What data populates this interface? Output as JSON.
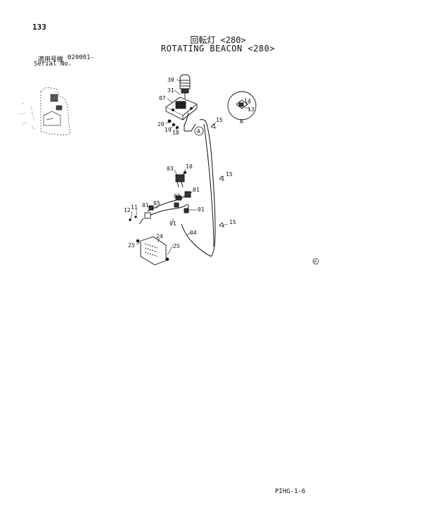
{
  "header": {
    "page_number": "133",
    "title_jp": "回転灯 <280>",
    "title_en": "ROTATING BEACON <280>",
    "serial_jp": "適用号機",
    "serial_value": "020001-",
    "serial_en": "Serial No."
  },
  "diagram": {
    "part_labels": {
      "p30": "30",
      "p31": "31",
      "p07": "07",
      "p20": "20",
      "p19": "19",
      "p18": "18",
      "pA_callout": "A",
      "p14": "14",
      "p13": "13",
      "pA_detail": "A",
      "p15a": "15",
      "p15b": "15",
      "p15c": "15",
      "p03": "03",
      "p10": "10",
      "p01a": "01",
      "p01b": "01",
      "p01c": "01",
      "p01d": "01",
      "p01e": "01",
      "p12": "12",
      "p11": "11",
      "p05": "05",
      "p04": "04",
      "p24": "24",
      "p25a": "25",
      "p25b": "25"
    },
    "symbol": "®"
  },
  "footer": {
    "code": "PIHG-1-6"
  }
}
